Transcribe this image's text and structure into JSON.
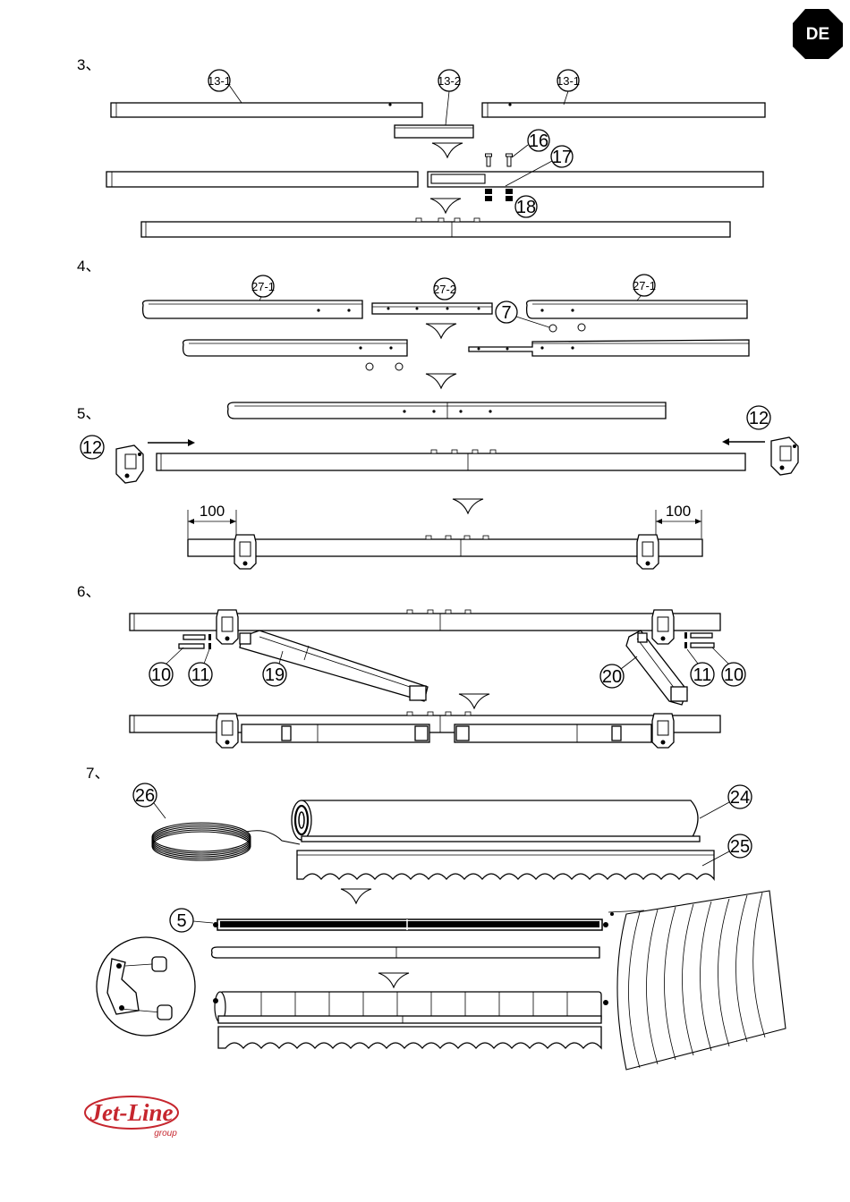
{
  "badge": {
    "text": "DE"
  },
  "steps": [
    {
      "number": "3、",
      "callouts": [
        "13-1",
        "13-2",
        "13-1",
        "16",
        "17",
        "18"
      ]
    },
    {
      "number": "4、",
      "callouts": [
        "27-1",
        "27-2",
        "27-1",
        "7"
      ]
    },
    {
      "number": "5、",
      "callouts": [
        "12",
        "12"
      ],
      "dimensions": [
        "100",
        "100"
      ]
    },
    {
      "number": "6、",
      "callouts": [
        "10",
        "11",
        "19",
        "20",
        "11",
        "10"
      ]
    },
    {
      "number": "7、",
      "callouts": [
        "26",
        "24",
        "25",
        "5"
      ]
    }
  ],
  "logo": {
    "name": "Jet-Line",
    "sub": "group",
    "color": "#c6262e"
  }
}
